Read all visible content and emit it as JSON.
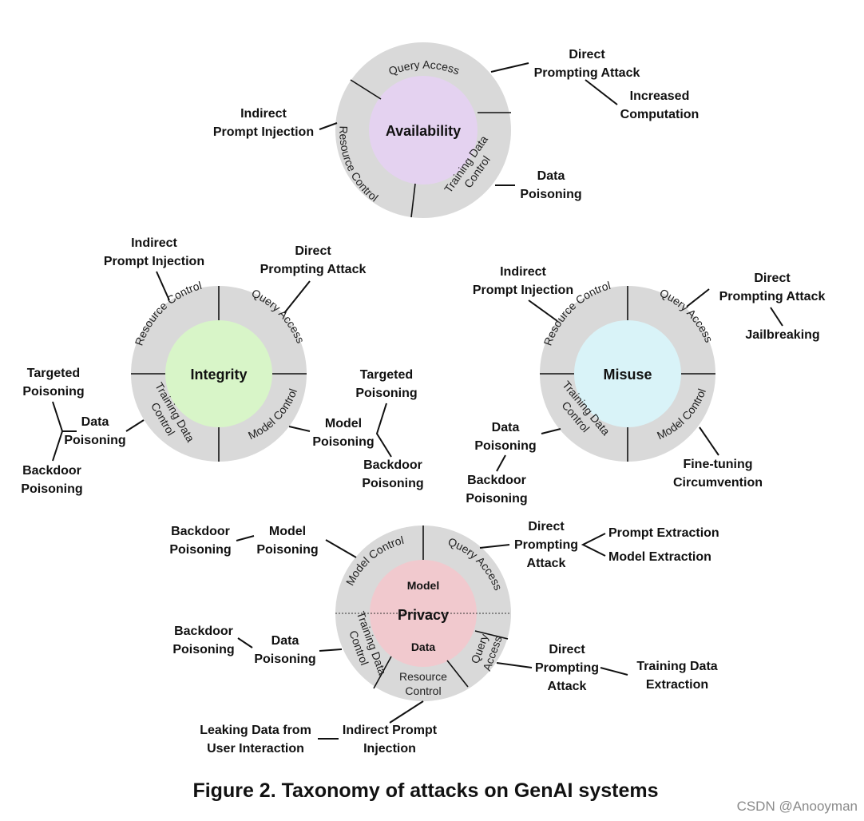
{
  "caption": "Figure 2.  Taxonomy of attacks on GenAI systems",
  "watermark": "CSDN @Anooyman",
  "colors": {
    "ring": "#d9d9d9",
    "availability": "#e4d2f0",
    "integrity": "#d8f5c8",
    "misuse": "#d9f3f8",
    "privacy": "#f1c9ce"
  },
  "availability": {
    "center": "Availability",
    "ring": {
      "query_access": "Query Access",
      "resource_control": "Resource Control",
      "training_data_control_1": "Training Data",
      "training_data_control_2": "Control"
    },
    "labels": {
      "direct_1": "Direct",
      "direct_2": "Prompting Attack",
      "increased_1": "Increased",
      "increased_2": "Computation",
      "indirect_1": "Indirect",
      "indirect_2": "Prompt Injection",
      "data_1": "Data",
      "data_2": "Poisoning"
    }
  },
  "integrity": {
    "center": "Integrity",
    "ring": {
      "resource_control": "Resource Control",
      "query_access": "Query Access",
      "training_data_control_1": "Training Data",
      "training_data_control_2": "Control",
      "model_control": "Model Control"
    },
    "labels": {
      "indirect_1": "Indirect",
      "indirect_2": "Prompt Injection",
      "direct_1": "Direct",
      "direct_2": "Prompting Attack",
      "targeted_l_1": "Targeted",
      "targeted_l_2": "Poisoning",
      "data_1": "Data",
      "data_2": "Poisoning",
      "backdoor_l_1": "Backdoor",
      "backdoor_l_2": "Poisoning",
      "targeted_r_1": "Targeted",
      "targeted_r_2": "Poisoning",
      "model_1": "Model",
      "model_2": "Poisoning",
      "backdoor_r_1": "Backdoor",
      "backdoor_r_2": "Poisoning"
    }
  },
  "misuse": {
    "center": "Misuse",
    "ring": {
      "resource_control": "Resource Control",
      "query_access": "Query Access",
      "training_data_control_1": "Training Data",
      "training_data_control_2": "Control",
      "model_control": "Model Control"
    },
    "labels": {
      "indirect_1": "Indirect",
      "indirect_2": "Prompt Injection",
      "direct_1": "Direct",
      "direct_2": "Prompting Attack",
      "jailbreaking": "Jailbreaking",
      "data_1": "Data",
      "data_2": "Poisoning",
      "backdoor_1": "Backdoor",
      "backdoor_2": "Poisoning",
      "finetuning_1": "Fine-tuning",
      "finetuning_2": "Circumvention"
    }
  },
  "privacy": {
    "center": "Privacy",
    "top_half": "Model",
    "bottom_half": "Data",
    "ring": {
      "model_control": "Model Control",
      "query_access_top": "Query Access",
      "training_data_control_1": "Training Data",
      "training_data_control_2": "Control",
      "query_access_bottom_1": "Query",
      "query_access_bottom_2": "Access",
      "resource_control_1": "Resource",
      "resource_control_2": "Control"
    },
    "labels": {
      "backdoor_top_1": "Backdoor",
      "backdoor_top_2": "Poisoning",
      "model_1": "Model",
      "model_2": "Poisoning",
      "direct_top_1": "Direct",
      "direct_top_2": "Prompting",
      "direct_top_3": "Attack",
      "prompt_extraction": "Prompt Extraction",
      "model_extraction": "Model Extraction",
      "backdoor_bot_1": "Backdoor",
      "backdoor_bot_2": "Poisoning",
      "data_1": "Data",
      "data_2": "Poisoning",
      "direct_bot_1": "Direct",
      "direct_bot_2": "Prompting",
      "direct_bot_3": "Attack",
      "training_1": "Training Data",
      "training_2": "Extraction",
      "leaking_1": "Leaking Data from",
      "leaking_2": "User Interaction",
      "indirect_1": "Indirect Prompt",
      "indirect_2": "Injection"
    }
  }
}
